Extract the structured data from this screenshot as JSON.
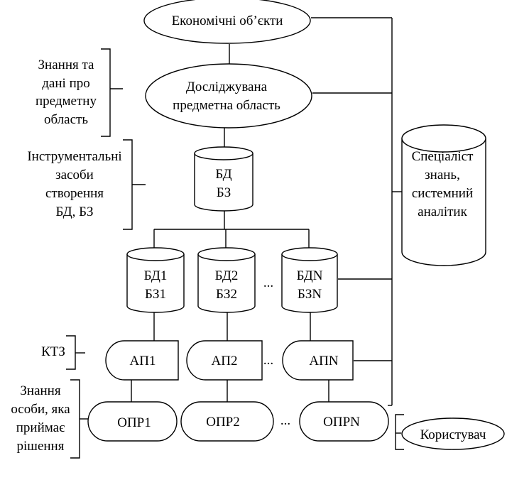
{
  "nodes": {
    "economic_objects": "Економічні об’єкти",
    "studied_domain": [
      "Досліджувана",
      "предметна область"
    ],
    "db_kb": [
      "БД",
      "БЗ"
    ],
    "db1": [
      "БД1",
      "БЗ1"
    ],
    "db2": [
      "БД2",
      "БЗ2"
    ],
    "dbn": [
      "БДN",
      "БЗN"
    ],
    "ap1": "АП1",
    "ap2": "АП2",
    "apn": "АПN",
    "opr1": "ОПР1",
    "opr2": "ОПР2",
    "oprn": "ОПРN",
    "user": "Користувач",
    "specialist": [
      "Спеціаліст",
      "знань,",
      "системний",
      "аналітик"
    ],
    "ellipsis": "..."
  },
  "side_labels": {
    "domain_knowledge": [
      "Знання та",
      "дані про",
      "предметну",
      "область"
    ],
    "tools": [
      "Інструментальні",
      "засоби",
      "створення",
      "БД, БЗ"
    ],
    "ktz": "КТЗ",
    "decision_maker": [
      "Знання",
      "особи, яка",
      "приймає",
      "рішення"
    ]
  }
}
